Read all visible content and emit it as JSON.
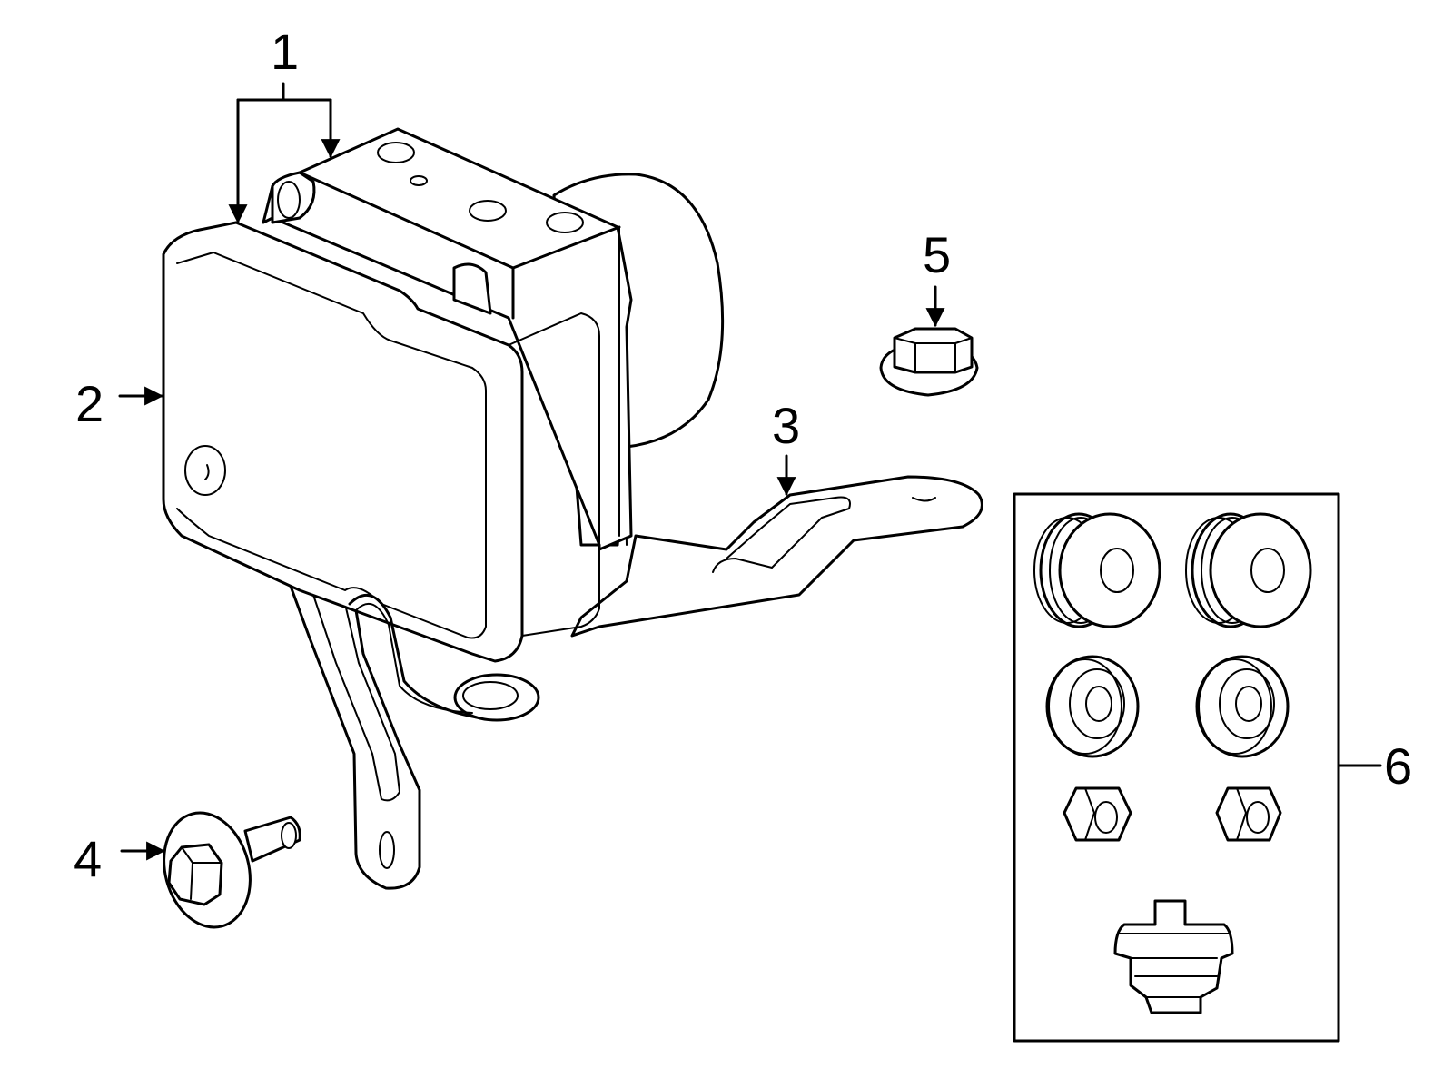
{
  "callouts": {
    "c1": "1",
    "c2": "2",
    "c3": "3",
    "c4": "4",
    "c5": "5",
    "c6": "6"
  },
  "colors": {
    "line": "#000000",
    "background": "#ffffff"
  }
}
